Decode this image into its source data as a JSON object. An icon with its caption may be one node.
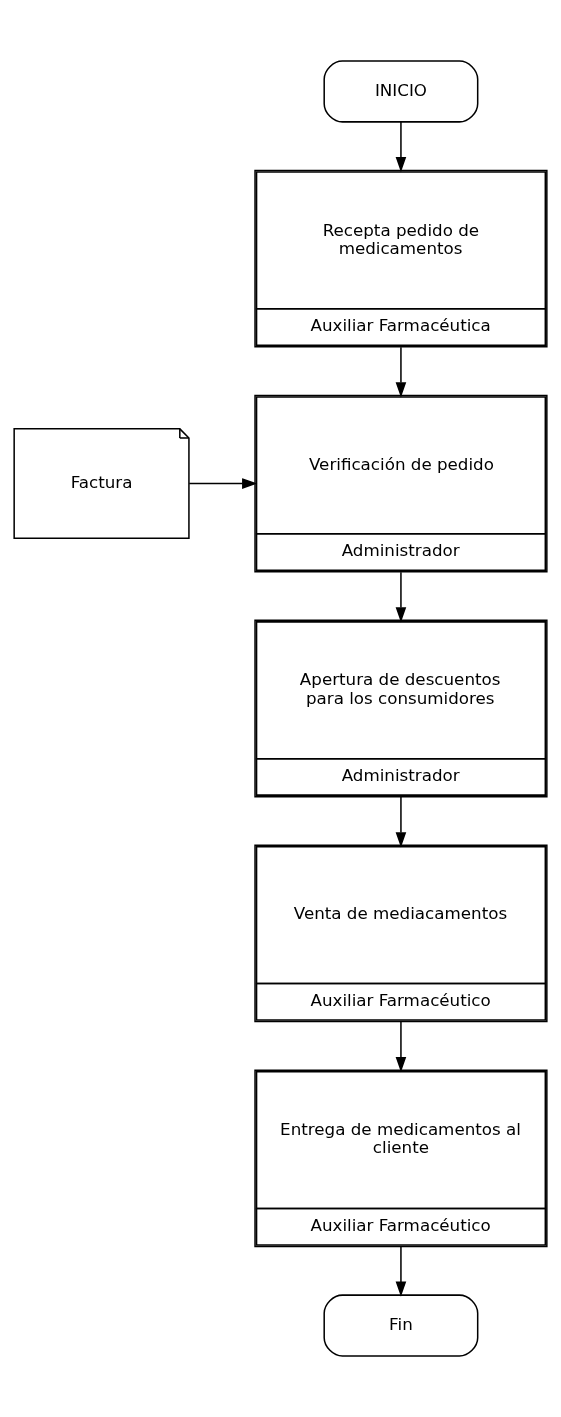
{
  "diagram": {
    "nodes": [
      {
        "text": [
          "INICIO"
        ]
      },
      {
        "text": [
          "Recepta pedido de medicamentos",
          "Auxiliar Farmacéutica"
        ]
      },
      {
        "text": [
          "Factura"
        ]
      },
      {
        "text": [
          "Verificación de pedido",
          "Administrador"
        ]
      },
      {
        "text": [
          "Apertura de descuentos para los consumidores",
          "Administrador"
        ]
      },
      {
        "text": [
          "Venta de mediacamentos",
          "Auxiliar Farmacéutico"
        ]
      },
      {
        "text": [
          "Entrega de medicamentos al cliente",
          "Auxiliar Farmacéutico"
        ]
      },
      {
        "text": [
          "Fin"
        ]
      }
    ],
    "edges": [
      {
        "from": 0,
        "to": 1,
        "arrow": "to"
      },
      {
        "from": 1,
        "to": 3,
        "arrow": "to"
      },
      {
        "from": 2,
        "to": 3,
        "arrow": "to"
      },
      {
        "from": 3,
        "to": 4,
        "arrow": "to"
      },
      {
        "from": 4,
        "to": 5,
        "arrow": "to"
      },
      {
        "from": 5,
        "to": 6,
        "arrow": "to"
      },
      {
        "from": 6,
        "to": 7,
        "arrow": "to"
      }
    ]
  }
}
